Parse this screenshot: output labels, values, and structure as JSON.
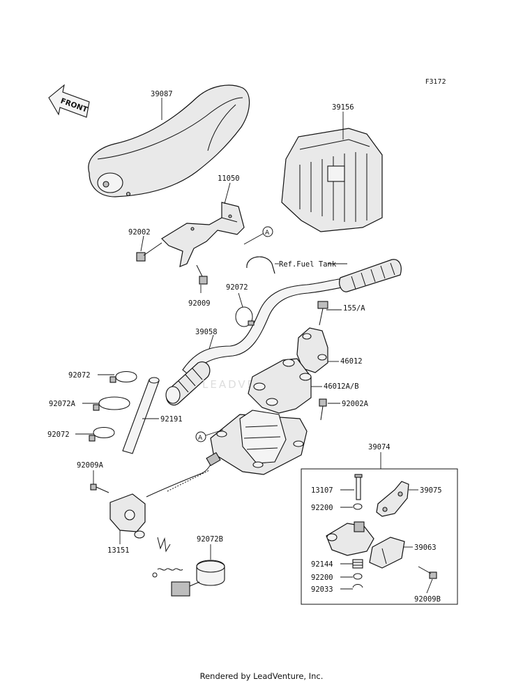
{
  "figure_code": "F3172",
  "front_label": "FRONT",
  "footer": "Rendered by LeadVenture, Inc.",
  "watermark": "LEADVENTURE",
  "ref_note": "Ref.Fuel Tank",
  "ref_marker": "A",
  "kit_label": "39074",
  "parts": [
    "39087",
    "39156",
    "11050",
    "92002",
    "92009",
    "92072",
    "39058",
    "155/A",
    "46012",
    "46012A/B",
    "92002A",
    "92072",
    "92072A",
    "92072",
    "92191",
    "92009A",
    "13151",
    "92072B",
    "13107",
    "92200",
    "92144",
    "92200",
    "92033",
    "39075",
    "39063",
    "92009B"
  ]
}
